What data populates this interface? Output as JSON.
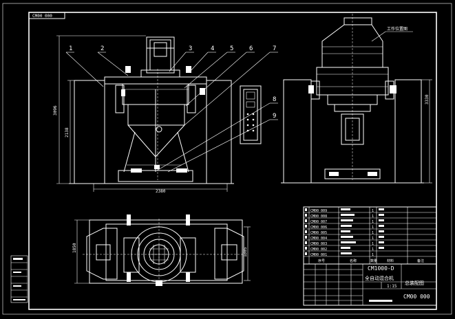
{
  "sheet": {
    "code_box": "CM00 000",
    "view_note": "工作位置图"
  },
  "balloons": [
    "1",
    "2",
    "3",
    "4",
    "5",
    "6",
    "7",
    "8",
    "9"
  ],
  "dimensions": {
    "front_width": "2380",
    "front_height_total": "3096",
    "front_height_body": "2138",
    "side_height": "3330",
    "plan_height_left": "1850",
    "plan_height_right": "1305"
  },
  "title_block": {
    "header_seq": "序号",
    "header_name": "名称",
    "header_qty": "数量",
    "header_material": "材料",
    "header_note": "备注",
    "model": "CM1000-D",
    "product_name": "全自动混合机",
    "drawing_title": "总装配图",
    "scale": "1:15",
    "drawing_number": "CM00 000",
    "parts": [
      {
        "code": "CM00 009",
        "qty": "1"
      },
      {
        "code": "CM00 008",
        "qty": "1"
      },
      {
        "code": "CM00 007",
        "qty": "1"
      },
      {
        "code": "CM00 006",
        "qty": "1"
      },
      {
        "code": "CM00 005",
        "qty": "1"
      },
      {
        "code": "CM00 004",
        "qty": "1"
      },
      {
        "code": "CM00 003",
        "qty": "1"
      },
      {
        "code": "CM00 002",
        "qty": "1"
      },
      {
        "code": "CM00 001",
        "qty": "1"
      }
    ]
  }
}
